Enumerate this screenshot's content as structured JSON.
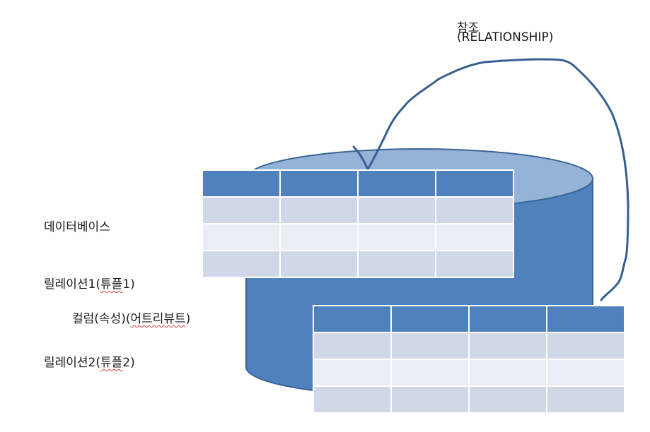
{
  "labels": {
    "relationship_ko": "참조",
    "relationship_en": "(RELATIONSHIP)",
    "database": "데이터베이스",
    "relation1_prefix": "릴레이션1(",
    "relation1_tuple": "튜플",
    "relation1_suffix": "1)",
    "column_prefix": "컬럼(속성)(",
    "column_attr": "어트리뷰트",
    "column_suffix": ")",
    "relation2_prefix": "릴레이션2(",
    "relation2_tuple": "튜플",
    "relation2_suffix": "2)"
  },
  "tables": [
    {
      "rows": 4,
      "cols": 4
    },
    {
      "rows": 4,
      "cols": 4
    }
  ],
  "colors": {
    "cylinder_body": "#4f81bd",
    "cylinder_top": "#95b3d7",
    "header": "#4f81bd",
    "row_dark": "#d0d8e8",
    "row_light": "#e9edf4",
    "curve": "#365f91"
  }
}
